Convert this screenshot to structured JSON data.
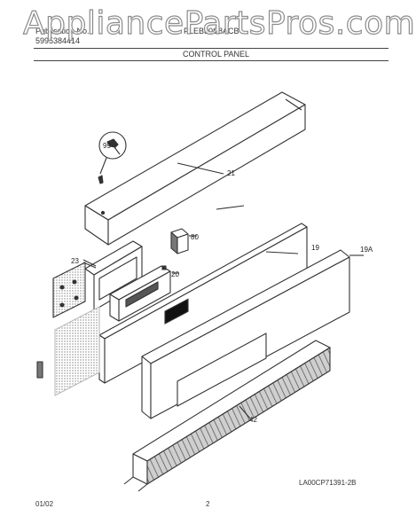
{
  "header": {
    "brand_line1": "Publication No.",
    "brand_line2": "5995384414",
    "model": "PLEB30S8ACB",
    "section_title": "CONTROL PANEL",
    "watermark": "AppliancePartsPros.com"
  },
  "callouts": {
    "p99": "99",
    "p21": "21",
    "p80": "80",
    "p19": "19",
    "p19a": "19A",
    "p23": "23",
    "p20": "20",
    "p42": "42"
  },
  "footer": {
    "diagram_id": "LA00CP71391-2B",
    "date": "01/02",
    "page": "2"
  },
  "colors": {
    "line": "#333333",
    "watermark_stroke": "#8c8c8c",
    "background": "#ffffff"
  }
}
